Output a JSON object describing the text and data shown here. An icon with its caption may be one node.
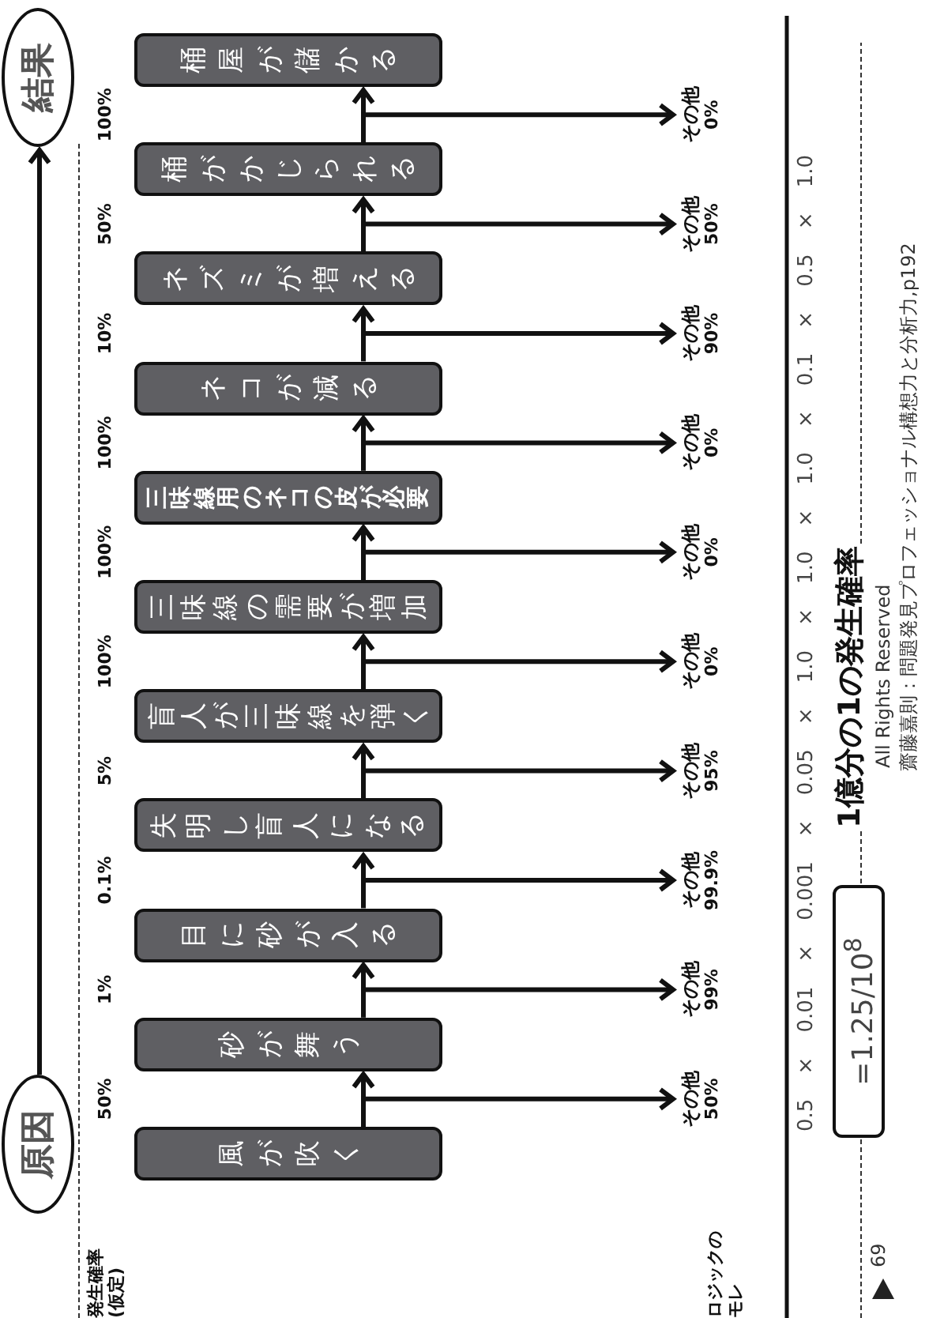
{
  "diagram": {
    "nodes": [
      {
        "text": [
          "原因"
        ]
      },
      {
        "text": [
          "風が吹く"
        ]
      },
      {
        "text": [
          "砂が舞う"
        ]
      },
      {
        "text": [
          "目に砂が入る"
        ]
      },
      {
        "text": [
          "失明し盲人になる"
        ]
      },
      {
        "text": [
          "盲人が三味線を弾く"
        ]
      },
      {
        "text": [
          "三味線の需要が増加"
        ]
      },
      {
        "text": [
          "三味線用のネコの皮が必要"
        ]
      },
      {
        "text": [
          "ネコが減る"
        ]
      },
      {
        "text": [
          "ネズミが増える"
        ]
      },
      {
        "text": [
          "桶がかじられる"
        ]
      },
      {
        "text": [
          "桶屋が儲かる"
        ]
      },
      {
        "text": [
          "結果"
        ]
      },
      {
        "text": [
          "その他",
          "50%"
        ]
      },
      {
        "text": [
          "その他",
          "99%"
        ]
      },
      {
        "text": [
          "その他",
          "99.9%"
        ]
      },
      {
        "text": [
          "その他",
          "95%"
        ]
      },
      {
        "text": [
          "その他",
          "0%"
        ]
      },
      {
        "text": [
          "その他",
          "0%"
        ]
      },
      {
        "text": [
          "その他",
          "0%"
        ]
      },
      {
        "text": [
          "その他",
          "90%"
        ]
      },
      {
        "text": [
          "その他",
          "50%"
        ]
      },
      {
        "text": [
          "その他",
          "0%"
        ]
      },
      {
        "text": [
          "=1.25/10$^{8}$"
        ]
      }
    ],
    "edges": [
      {
        "from": 0,
        "to": 12,
        "arrow": "to"
      },
      {
        "from": 1,
        "to": 2,
        "arrow": "to"
      },
      {
        "from": 2,
        "to": 3,
        "arrow": "to"
      },
      {
        "from": 3,
        "to": 4,
        "arrow": "to"
      },
      {
        "from": 4,
        "to": 5,
        "arrow": "to"
      },
      {
        "from": 5,
        "to": 6,
        "arrow": "to"
      },
      {
        "from": 6,
        "to": 7,
        "arrow": "to"
      },
      {
        "from": 7,
        "to": 8,
        "arrow": "to"
      },
      {
        "from": 8,
        "to": 9,
        "arrow": "to"
      },
      {
        "from": 9,
        "to": 10,
        "arrow": "to"
      },
      {
        "from": 10,
        "to": 11,
        "arrow": "to"
      },
      {
        "from": 1,
        "to": 13,
        "arrow": "to"
      },
      {
        "from": 2,
        "to": 14,
        "arrow": "to"
      },
      {
        "from": 3,
        "to": 15,
        "arrow": "to"
      },
      {
        "from": 4,
        "to": 16,
        "arrow": "to"
      },
      {
        "from": 5,
        "to": 17,
        "arrow": "to"
      },
      {
        "from": 6,
        "to": 18,
        "arrow": "to"
      },
      {
        "from": 7,
        "to": 19,
        "arrow": "to"
      },
      {
        "from": 8,
        "to": 20,
        "arrow": "to"
      },
      {
        "from": 9,
        "to": 21,
        "arrow": "to"
      },
      {
        "from": 10,
        "to": 22,
        "arrow": "to"
      }
    ],
    "labels": [
      "発生確率(仮定)",
      "50%",
      "1%",
      "0.1%",
      "5%",
      "100%",
      "100%",
      "100%",
      "10%",
      "50%",
      "100%",
      "ロジックのモレ",
      "0.5 × 0.01 × 0.001 × 0.05 × 1.0 × 1.0 × 1.0 × 0.1 × 0.5 × 1.0",
      "1億分の1の発生確率",
      "69",
      "All Rights Reserved",
      "齋藤嘉則：問題発見プロフェッショナル構想力と分析力,p192"
    ]
  }
}
